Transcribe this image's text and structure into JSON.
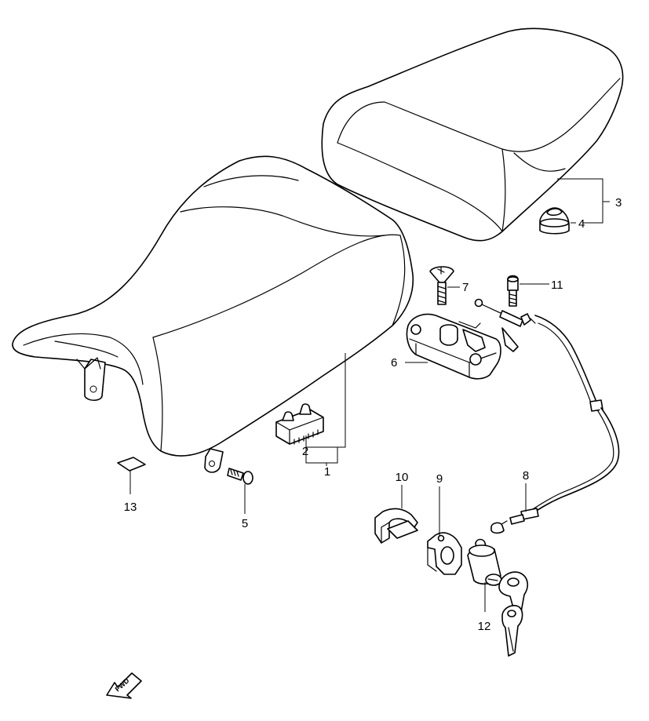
{
  "diagram": {
    "callouts": [
      {
        "id": "1",
        "label": "1"
      },
      {
        "id": "2",
        "label": "2"
      },
      {
        "id": "3",
        "label": "3"
      },
      {
        "id": "4",
        "label": "4"
      },
      {
        "id": "5",
        "label": "5"
      },
      {
        "id": "6",
        "label": "6"
      },
      {
        "id": "7",
        "label": "7"
      },
      {
        "id": "8",
        "label": "8"
      },
      {
        "id": "9",
        "label": "9"
      },
      {
        "id": "10",
        "label": "10"
      },
      {
        "id": "11",
        "label": "11"
      },
      {
        "id": "12",
        "label": "12"
      },
      {
        "id": "13",
        "label": "13"
      }
    ],
    "fwd_label": "FWD"
  }
}
